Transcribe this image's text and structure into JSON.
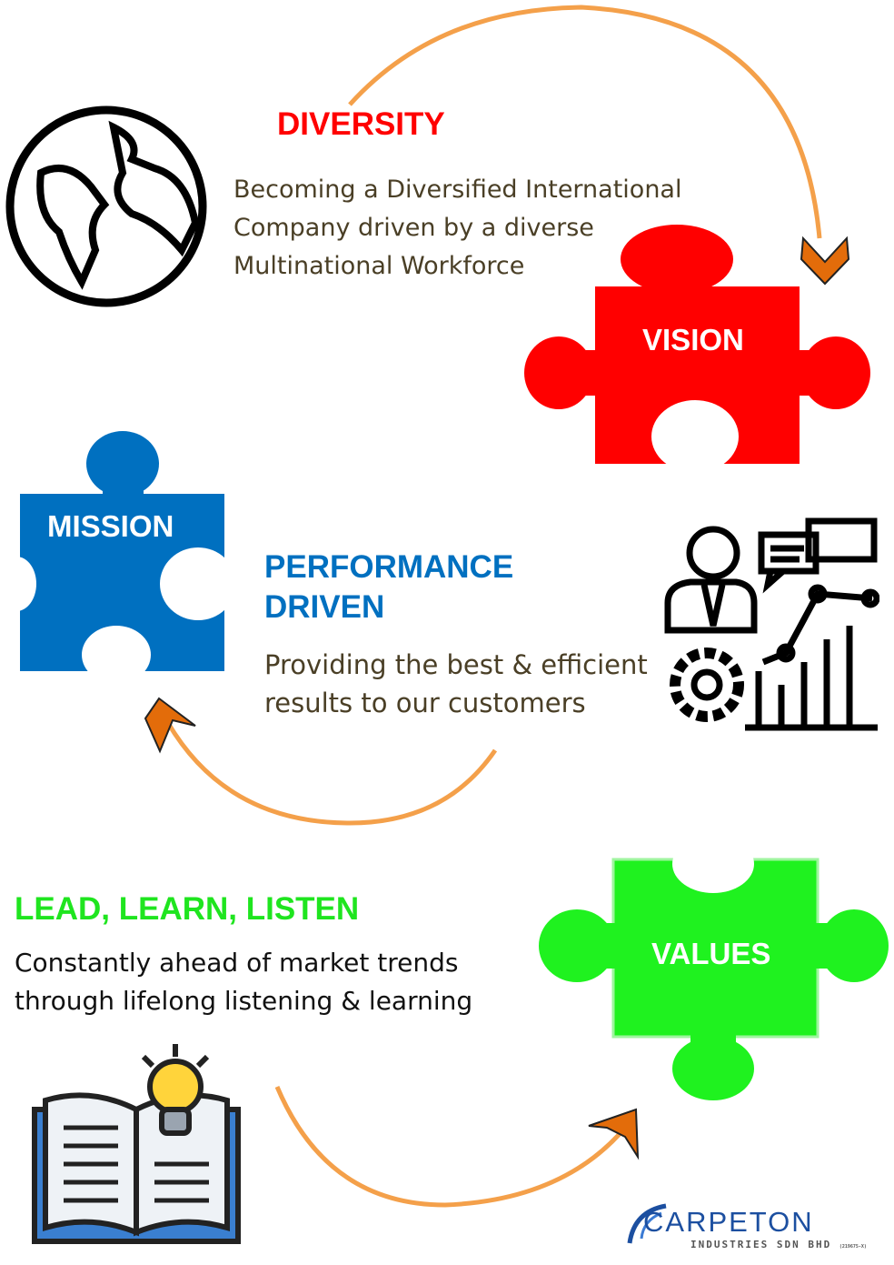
{
  "diversity": {
    "heading": "DIVERSITY",
    "lines": [
      "Becoming a Diversified International",
      "Company driven by a diverse",
      "Multinational Workforce"
    ]
  },
  "vision": {
    "label": "VISION"
  },
  "mission": {
    "label": "MISSION"
  },
  "performance": {
    "heading_lines": [
      "PERFORMANCE",
      "DRIVEN"
    ],
    "lines": [
      "Providing the best & efficient",
      "results  to our  customers"
    ]
  },
  "values": {
    "label": "VALUES"
  },
  "lead": {
    "heading": "LEAD, LEARN, LISTEN",
    "lines": [
      "Constantly ahead of market trends",
      "through lifelong listening & learning"
    ]
  },
  "logo": {
    "name": "CARPETON",
    "subtitle": "INDUSTRIES SDN BHD",
    "reg": "(219675-X)"
  },
  "colors": {
    "red": "#ff0000",
    "blue": "#0070c0",
    "green": "#1ff21f",
    "orange": "#f4a04a",
    "arrow": "#e36c0a"
  }
}
